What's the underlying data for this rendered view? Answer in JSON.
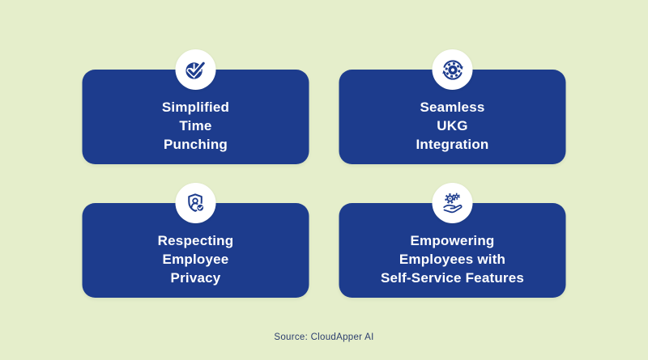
{
  "colors": {
    "background": "#e5eecb",
    "card": "#1d3c8d",
    "card_text": "#ffffff",
    "icon": "#1d3c8d",
    "badge_bg": "#ffffff",
    "source_text": "#2c3e6e"
  },
  "cards": [
    {
      "icon": "clock-check-icon",
      "lines": [
        "Simplified",
        "Time",
        "Punching"
      ]
    },
    {
      "icon": "gear-sync-icon",
      "lines": [
        "Seamless",
        "UKG",
        "Integration"
      ]
    },
    {
      "icon": "shield-user-check-icon",
      "lines": [
        "Respecting",
        "Employee",
        "Privacy"
      ]
    },
    {
      "icon": "hand-gears-icon",
      "lines": [
        "Empowering",
        "Employees with",
        "Self-Service Features"
      ]
    }
  ],
  "footer": {
    "source_label": "Source: CloudApper AI"
  }
}
